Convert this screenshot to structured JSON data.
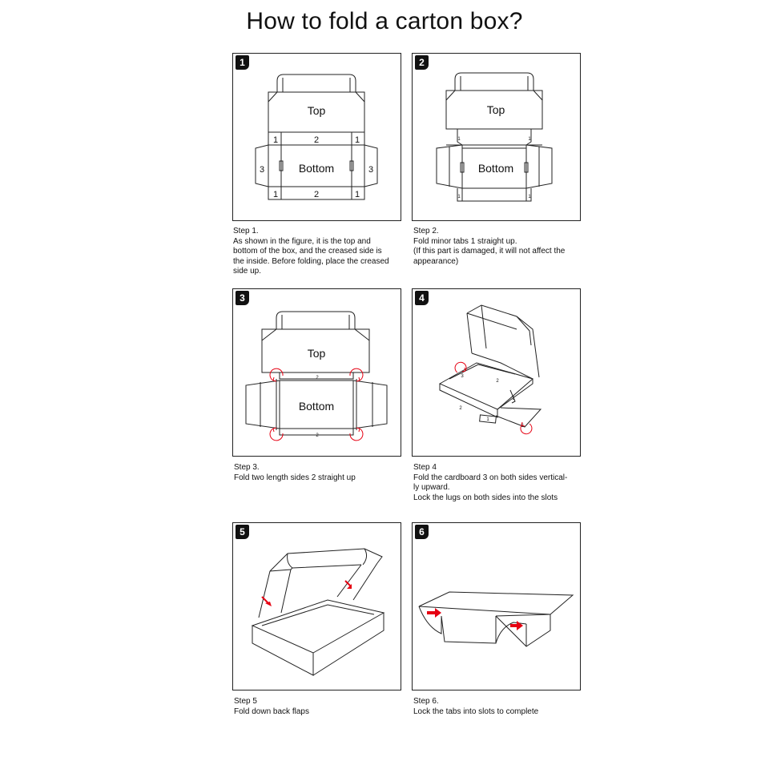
{
  "title": "How to fold a carton box?",
  "steps": [
    {
      "number": "1",
      "heading": "Step 1.",
      "lines": [
        "As shown in the figure, it is the top and",
        "bottom of the box, and the creased side is",
        "the inside. Before folding, place the creased",
        "side up."
      ]
    },
    {
      "number": "2",
      "heading": "Step 2.",
      "lines": [
        "Fold minor tabs 1 straight up.",
        " (If this part is damaged, it will not affect the",
        "appearance)"
      ]
    },
    {
      "number": "3",
      "heading": "Step 3.",
      "lines": [
        "Fold two length sides 2 straight up"
      ]
    },
    {
      "number": "4",
      "heading": "Step 4",
      "lines": [
        "Fold the cardboard 3 on both sides vertical-",
        "ly upward.",
        "Lock the lugs on both sides into the slots"
      ]
    },
    {
      "number": "5",
      "heading": "Step 5",
      "lines": [
        "Fold down back flaps"
      ]
    },
    {
      "number": "6",
      "heading": "Step 6.",
      "lines": [
        "Lock the tabs into slots to complete"
      ]
    }
  ],
  "diagram_labels": {
    "top": "Top",
    "bottom": "Bottom",
    "tab1": "1",
    "side2": "2",
    "side3": "3"
  },
  "colors": {
    "line": "#222222",
    "arrow": "#e60012",
    "badge": "#111111"
  }
}
